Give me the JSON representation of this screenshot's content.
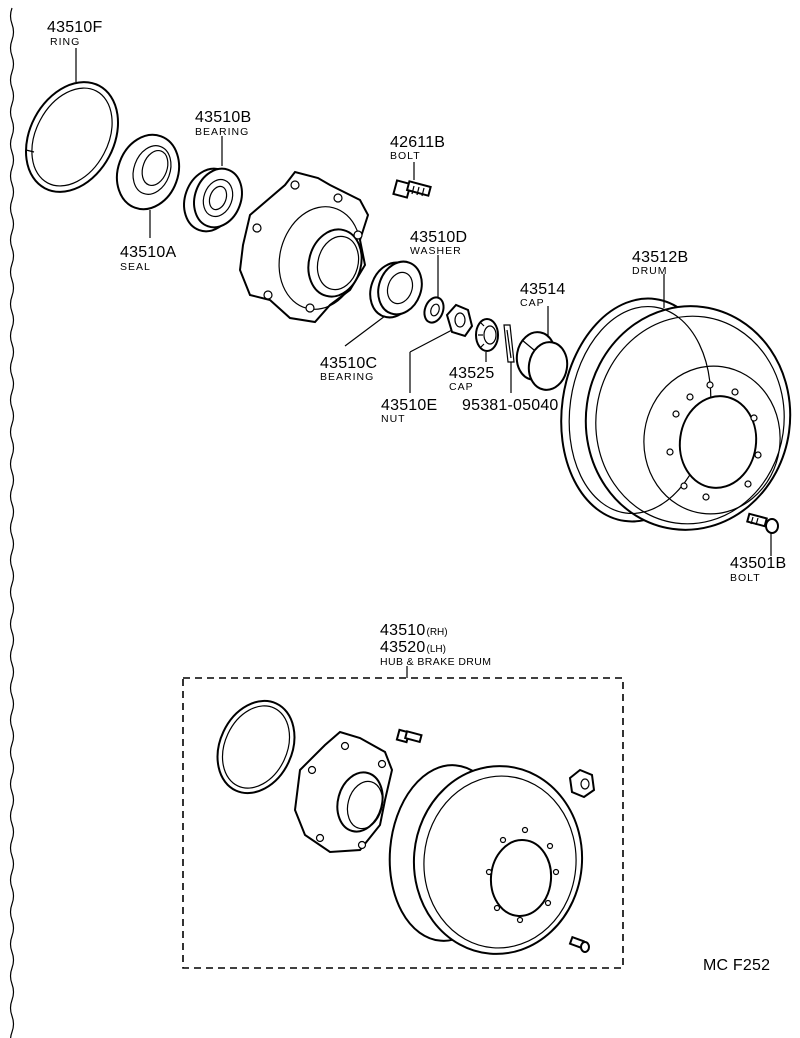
{
  "parts": [
    {
      "key": "ring",
      "number": "43510F",
      "name": "RING"
    },
    {
      "key": "bearing_b",
      "number": "43510B",
      "name": "BEARING"
    },
    {
      "key": "bolt_a",
      "number": "42611B",
      "name": "BOLT"
    },
    {
      "key": "seal",
      "number": "43510A",
      "name": "SEAL"
    },
    {
      "key": "washer",
      "number": "43510D",
      "name": "WASHER"
    },
    {
      "key": "drum",
      "number": "43512B",
      "name": "DRUM"
    },
    {
      "key": "cap_a",
      "number": "43514",
      "name": "CAP"
    },
    {
      "key": "bearing_c",
      "number": "43510C",
      "name": "BEARING"
    },
    {
      "key": "cap_b",
      "number": "43525",
      "name": "CAP"
    },
    {
      "key": "nut",
      "number": "43510E",
      "name": "NUT"
    },
    {
      "key": "pin",
      "number": "95381-05040",
      "name": ""
    },
    {
      "key": "bolt_b",
      "number": "43501B",
      "name": "BOLT"
    }
  ],
  "assembly": {
    "rh_number": "43510",
    "rh_suffix": "(RH)",
    "lh_number": "43520",
    "lh_suffix": "(LH)",
    "name": "HUB & BRAKE DRUM"
  },
  "figure_code": "MC F252"
}
